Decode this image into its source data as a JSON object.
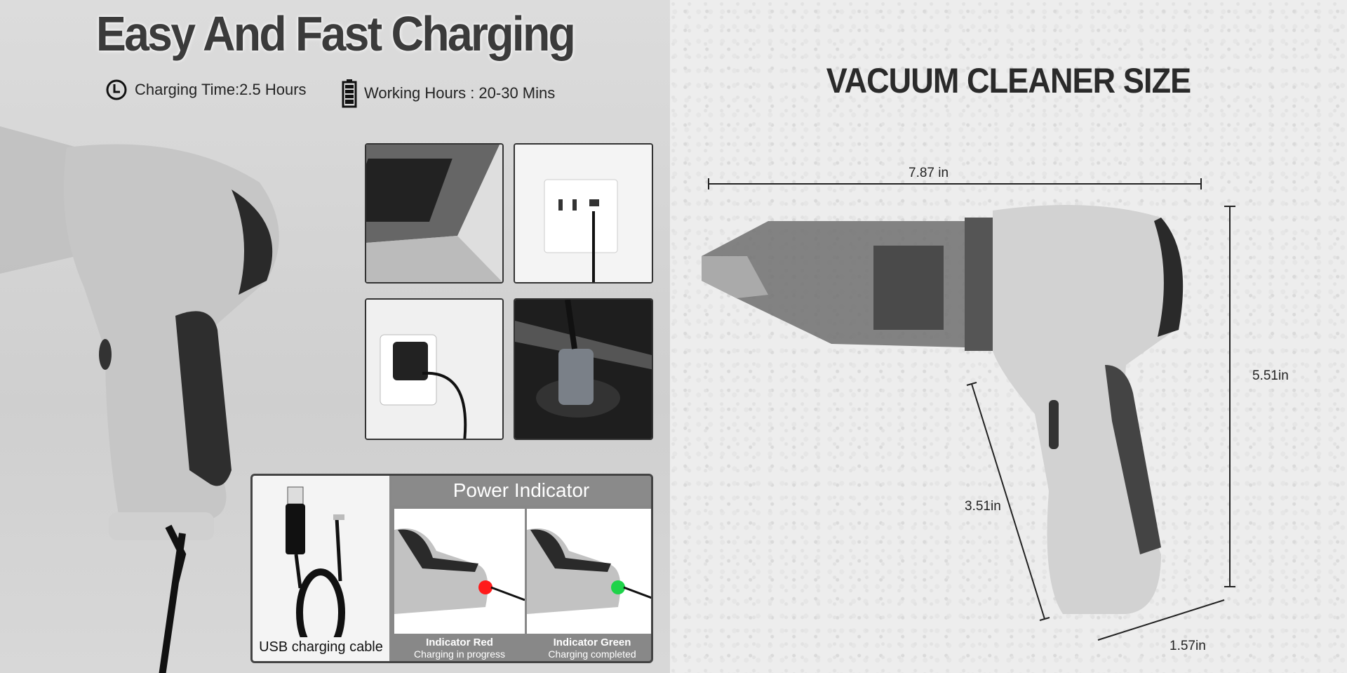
{
  "left": {
    "title": "Easy And Fast Charging",
    "charging_time": "Charging Time:2.5 Hours",
    "working_hours": "Working Hours : 20-30 Mins",
    "usb_label": "USB charging cable",
    "power_indicator": {
      "heading": "Power Indicator",
      "items": [
        {
          "title": "Indicator Red",
          "desc": "Charging in progress",
          "color": "#ff1a1a"
        },
        {
          "title": "Indicator Green",
          "desc": "Charging completed",
          "color": "#1fd34a"
        }
      ]
    }
  },
  "right": {
    "title": "VACUUM CLEANER SIZE",
    "dimensions": {
      "length": "7.87 in",
      "height": "5.51in",
      "handle": "3.51in",
      "base": "1.57in"
    }
  }
}
